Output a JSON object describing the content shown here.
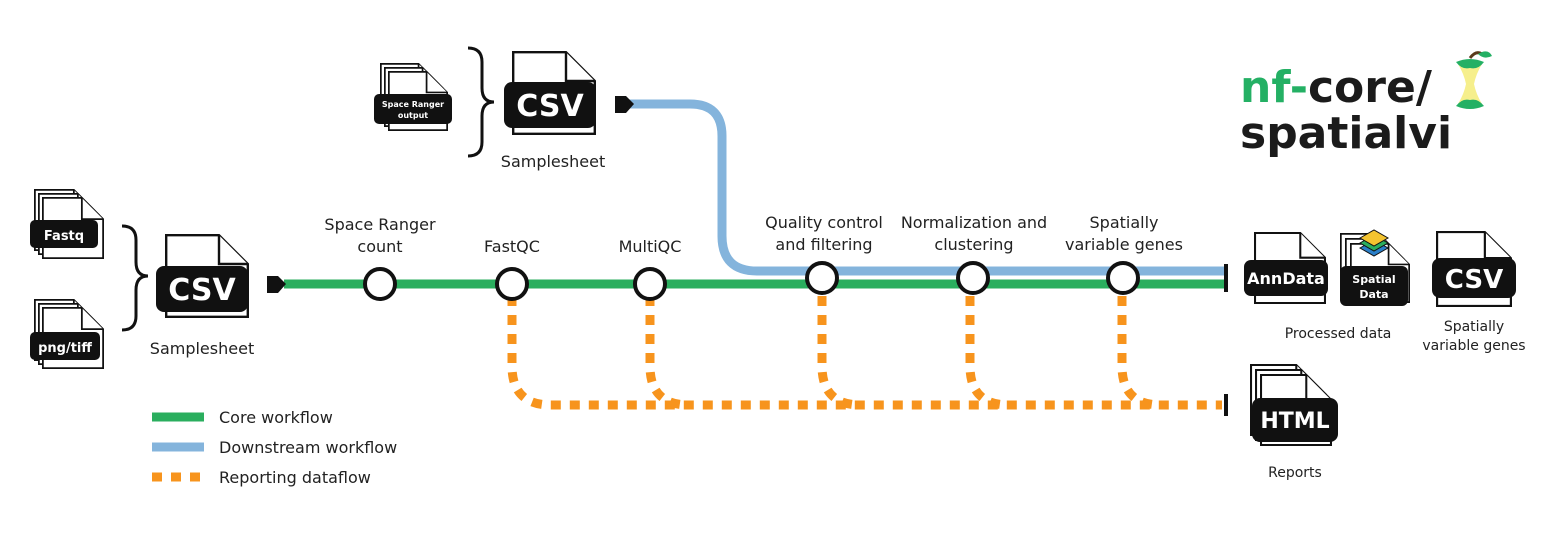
{
  "colors": {
    "core": "#2aae5e",
    "downstream": "#84b4dc",
    "reporting": "#f7941d",
    "logo_green": "#24b064",
    "logo_dark": "#1b1b1b"
  },
  "logo": {
    "part1": "nf-",
    "part2": "core/",
    "part3": "spatialvi",
    "icon": "apple-core-icon"
  },
  "inputs": {
    "core_files": [
      "Fastq",
      "png/tiff"
    ],
    "core_samplesheet_type": "CSV",
    "core_samplesheet_label": "Samplesheet",
    "downstream_file_line1": "Space Ranger",
    "downstream_file_line2": "output",
    "downstream_samplesheet_type": "CSV",
    "downstream_samplesheet_label": "Samplesheet"
  },
  "steps": [
    {
      "line1": "Space Ranger",
      "line2": "count"
    },
    {
      "line1": "",
      "line2": "FastQC"
    },
    {
      "line1": "",
      "line2": "MultiQC"
    },
    {
      "line1": "Quality control",
      "line2": "and filtering"
    },
    {
      "line1": "Normalization and",
      "line2": "clustering"
    },
    {
      "line1": "Spatially",
      "line2": "variable genes"
    }
  ],
  "outputs": {
    "anndata": "AnnData",
    "spatialdata_line1": "Spatial",
    "spatialdata_line2": "Data",
    "csv": "CSV",
    "processed_label": "Processed data",
    "svg_label_line1": "Spatially",
    "svg_label_line2": "variable genes",
    "html": "HTML",
    "reports_label": "Reports"
  },
  "legend": [
    {
      "label": "Core workflow",
      "style": "core"
    },
    {
      "label": "Downstream workflow",
      "style": "downstream"
    },
    {
      "label": "Reporting dataflow",
      "style": "reporting"
    }
  ]
}
